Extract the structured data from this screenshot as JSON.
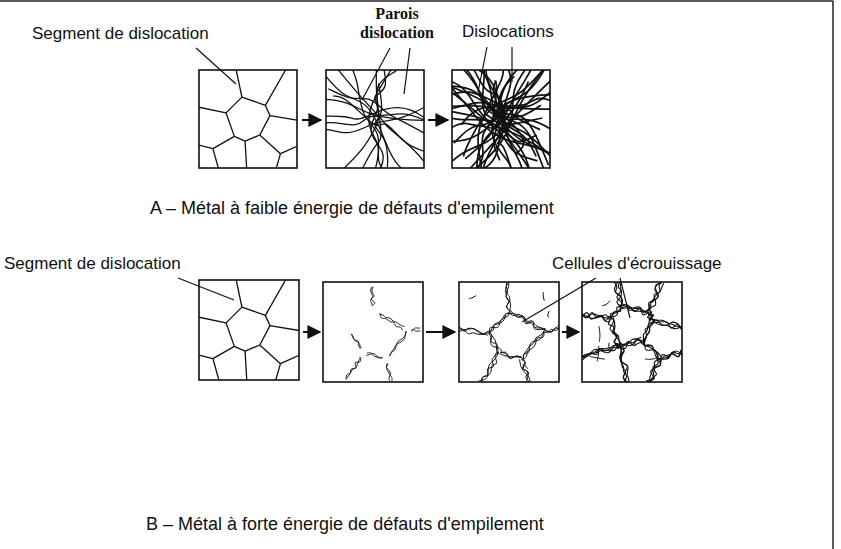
{
  "diagram": {
    "labels": [
      "Segment de dislocation",
      "Parois dislocation",
      "Dislocations",
      "A – Métal à faible énergie de défauts d'empilement",
      "Segment de dislocation",
      "Cellules d'écrouissage",
      "B – Métal à forte énergie de défauts d'empilement"
    ]
  }
}
